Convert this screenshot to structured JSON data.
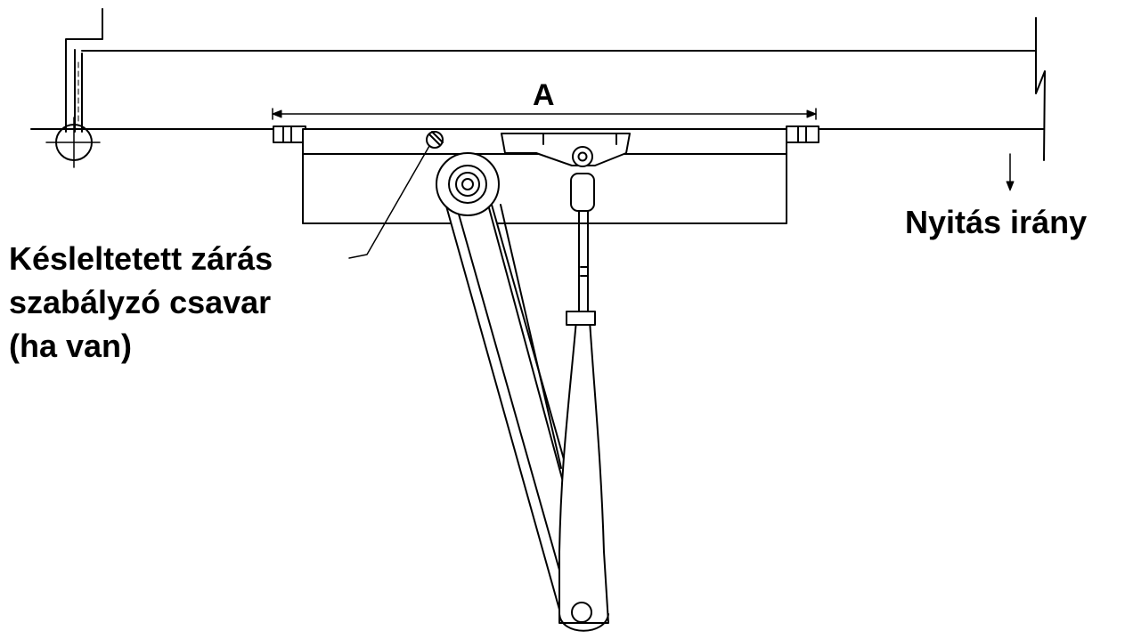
{
  "diagram": {
    "dimension_label": "A",
    "screw_label_lines": [
      "Késleltetett zárás",
      "szabályzó csavar",
      "(ha van)"
    ],
    "opening_direction_label": "Nyitás irány",
    "line_color": "#000000",
    "fill_color": "#ffffff"
  }
}
